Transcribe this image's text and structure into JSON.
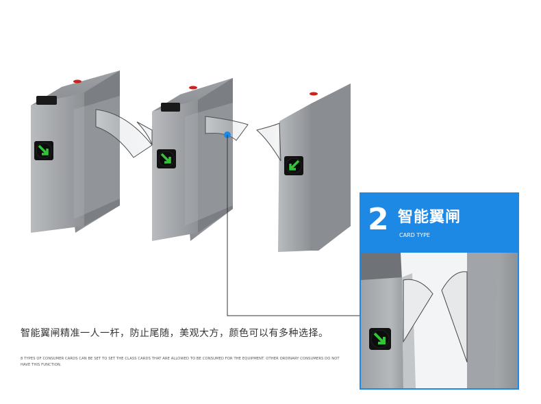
{
  "panel": {
    "number": "2",
    "title": "智能翼闸",
    "subtitle": "CARD TYPE"
  },
  "caption": {
    "chinese": "智能翼闸精准一人一杆，防止尾随，美观大方，颜色可以有多种选择。",
    "english": "8 TYPES OF CONSUMER CARDS CAN BE SET TO SET THE CLASS CARDS THAT ARE ALLOWED TO BE CONSUMED FOR THE EQUIPMENT. OTHER ORDINARY CONSUMERS DO NOT HAVE THIS FUNCTION."
  },
  "colors": {
    "accent_blue": "#1e88e5",
    "steel": "#8f9296",
    "arrow_green": "#34c43a"
  },
  "icons": [
    "card-reader-icon",
    "green-arrow-icon",
    "indicator-light-icon",
    "callout-dot-icon"
  ]
}
